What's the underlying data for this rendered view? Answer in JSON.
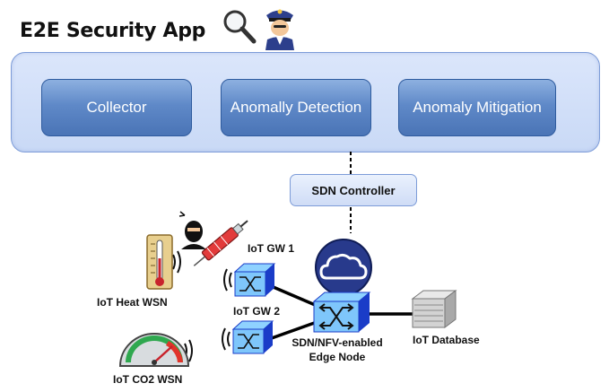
{
  "title": "E2E Security App",
  "modules": [
    {
      "label": "Collector"
    },
    {
      "label": "Anomally Detection"
    },
    {
      "label": "Anomaly Mitigation"
    }
  ],
  "controller": {
    "label": "SDN Controller"
  },
  "nodes": {
    "gw1": "IoT GW 1",
    "gw2": "IoT GW 2",
    "edge_line1": "SDN/NFV-enabled",
    "edge_line2": "Edge Node",
    "heat_wsn": "IoT Heat WSN",
    "co2_wsn": "IoT CO2 WSN",
    "database": "IoT Database"
  },
  "icons": {
    "magnifier": "magnifier-icon",
    "police": "police-officer-icon",
    "hacker": "hacker-icon",
    "syringe": "syringe-icon",
    "thermometer": "thermometer-icon",
    "gauge": "gauge-icon",
    "cloud": "cloud-icon",
    "server": "server-rack-icon",
    "wifi": "wireless-signal-icon"
  },
  "colors": {
    "module_fill": "#5f89c8",
    "panel_fill": "#d4e1f8",
    "switch_top": "#7fc8ff",
    "switch_side": "#1a3cc8",
    "cloud_circle": "#283a8c",
    "link": "#000000"
  }
}
